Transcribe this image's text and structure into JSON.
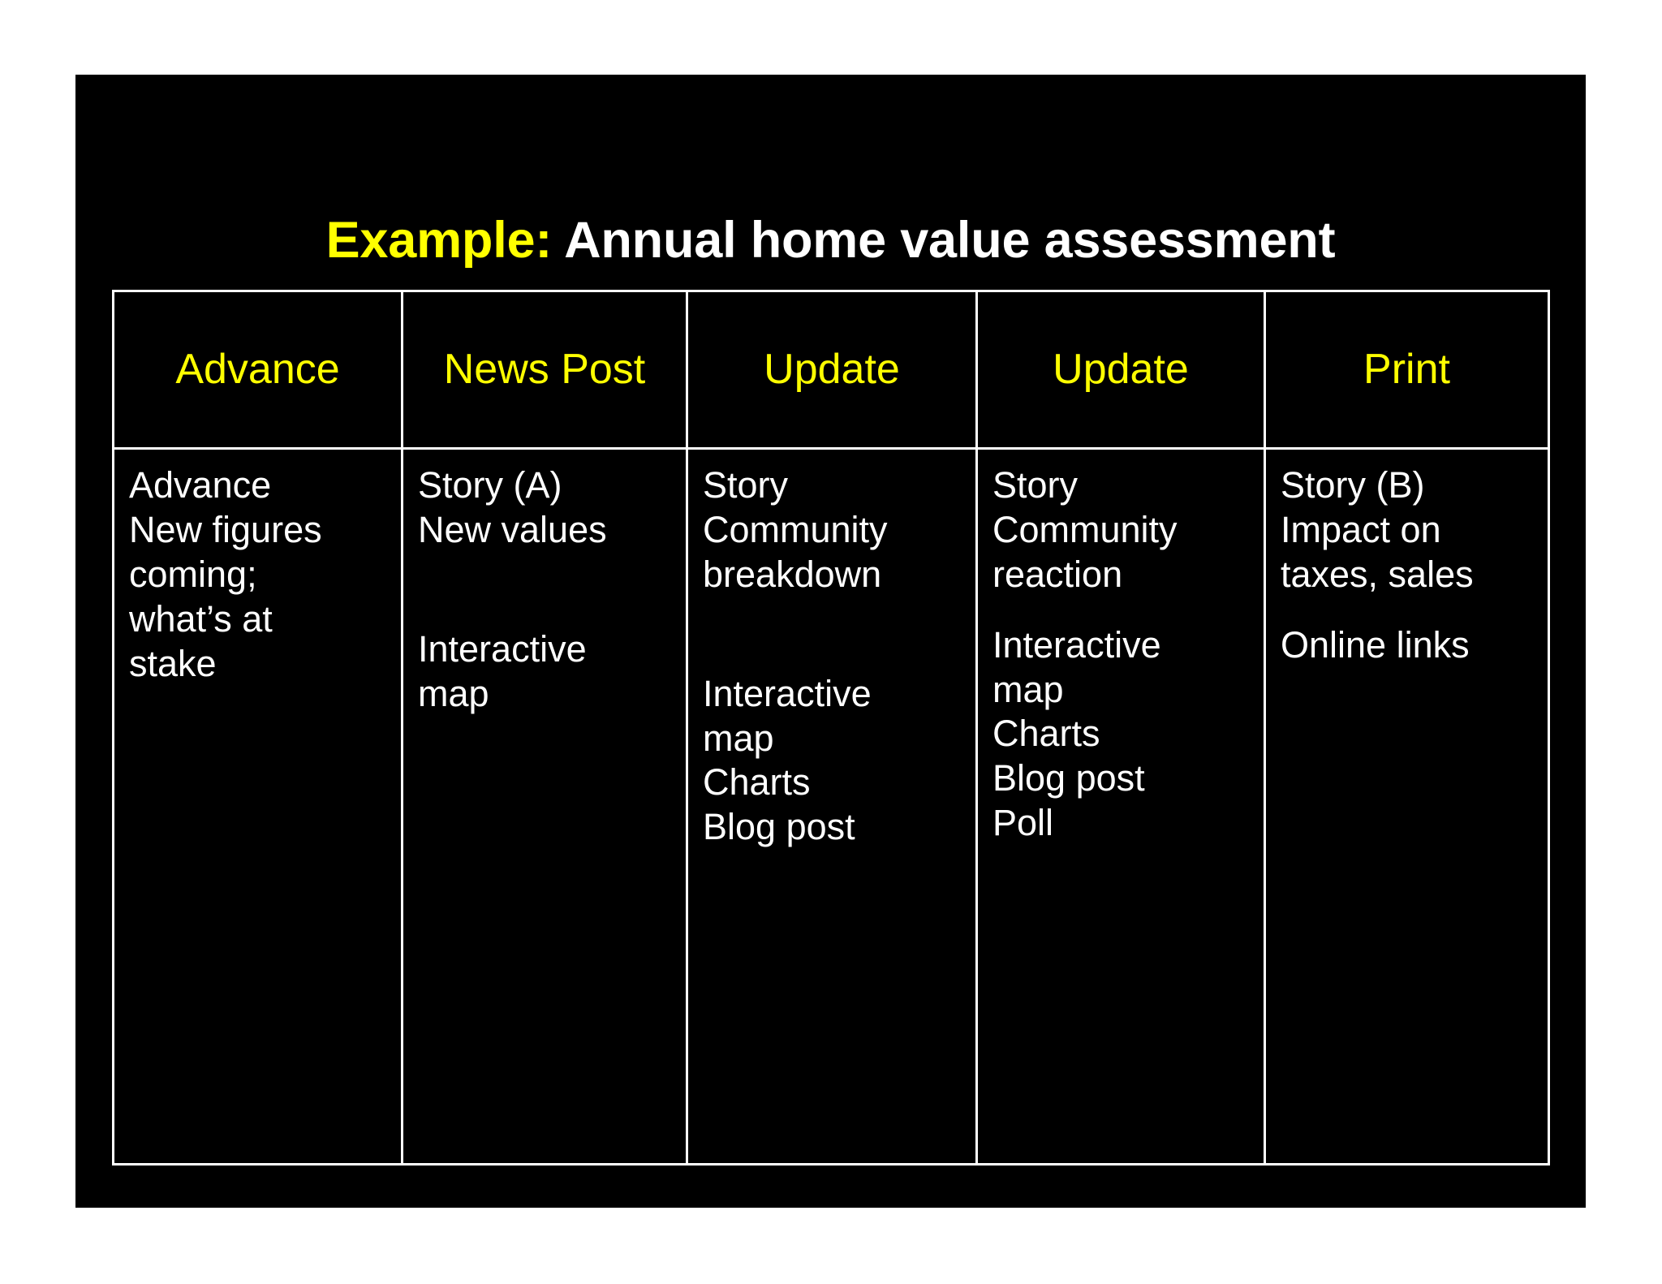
{
  "slide": {
    "background_color": "#000000",
    "page_background_color": "#ffffff",
    "title": {
      "highlight": "Example:",
      "highlight_color": "#ffff00",
      "main": " Annual home value assessment",
      "main_color": "#ffffff"
    },
    "table": {
      "header_color": "#ffff00",
      "body_color": "#ffffff",
      "border_color": "#ffffff",
      "columns": [
        {
          "header": "Advance",
          "blocks": [
            {
              "lines": [
                "Advance"
              ]
            },
            {
              "lines": [
                "New figures",
                "coming;",
                "what’s at",
                "stake"
              ]
            }
          ]
        },
        {
          "header": "News Post",
          "blocks": [
            {
              "lines": [
                "Story (A)",
                "New values"
              ]
            },
            {
              "lines": [
                "Interactive",
                "map"
              ]
            }
          ]
        },
        {
          "header": "Update",
          "blocks": [
            {
              "lines": [
                "Story",
                "Community",
                "breakdown"
              ]
            },
            {
              "lines": [
                "Interactive",
                "map",
                "Charts",
                "Blog post"
              ]
            }
          ]
        },
        {
          "header": "Update",
          "blocks": [
            {
              "lines": [
                "Story",
                "Community",
                "reaction"
              ]
            },
            {
              "lines": [
                "Interactive",
                "map",
                "Charts",
                "Blog post",
                "Poll"
              ]
            }
          ]
        },
        {
          "header": "Print",
          "blocks": [
            {
              "lines": [
                "Story (B)",
                "Impact on",
                "taxes, sales"
              ]
            },
            {
              "lines": [
                "Online links"
              ]
            }
          ]
        }
      ]
    }
  }
}
